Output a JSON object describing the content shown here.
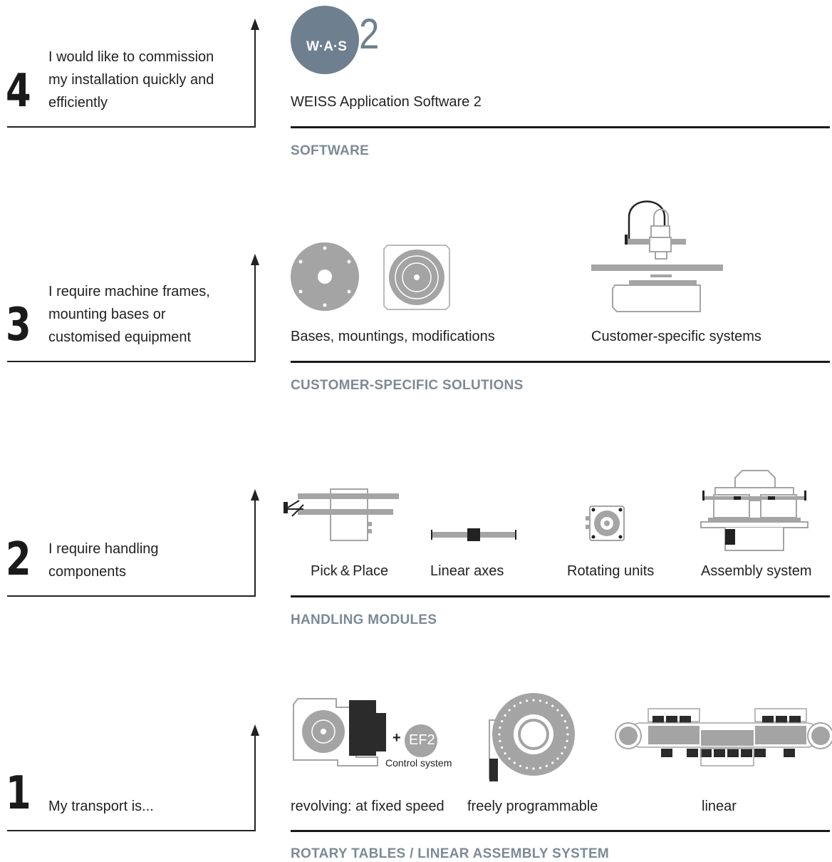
{
  "rows": [
    {
      "number": "4",
      "requirement": "I would like to commission\nmy installation quickly and\nefficiently",
      "category": "SOFTWARE",
      "logo": {
        "text": "W·A·S",
        "digit": "2",
        "caption": "WEISS Application Software 2"
      }
    },
    {
      "number": "3",
      "requirement": "I require machine frames,\nmounting bases or\ncustomised equipment",
      "category": "CUSTOMER-SPECIFIC SOLUTIONS",
      "items": [
        "Bases, mountings, modifications",
        "Customer-specific systems"
      ]
    },
    {
      "number": "2",
      "requirement": "I require handling\ncomponents",
      "category": "HANDLING MODULES",
      "items": [
        "Pick & Place",
        "Linear axes",
        "Rotating units",
        "Assembly system"
      ]
    },
    {
      "number": "1",
      "requirement": "My transport is...",
      "category": "ROTARY TABLES / LINEAR ASSEMBLY SYSTEM",
      "items": [
        "revolving: at fixed speed",
        "freely programmable",
        "linear"
      ],
      "control": {
        "plus": "+",
        "badge": "EF2",
        "label": "Control system"
      }
    }
  ],
  "colors": {
    "grey": "#a4a4a4",
    "dark": "#2b2b2b",
    "category": "#7d8a95",
    "logo": "#6e8090"
  }
}
